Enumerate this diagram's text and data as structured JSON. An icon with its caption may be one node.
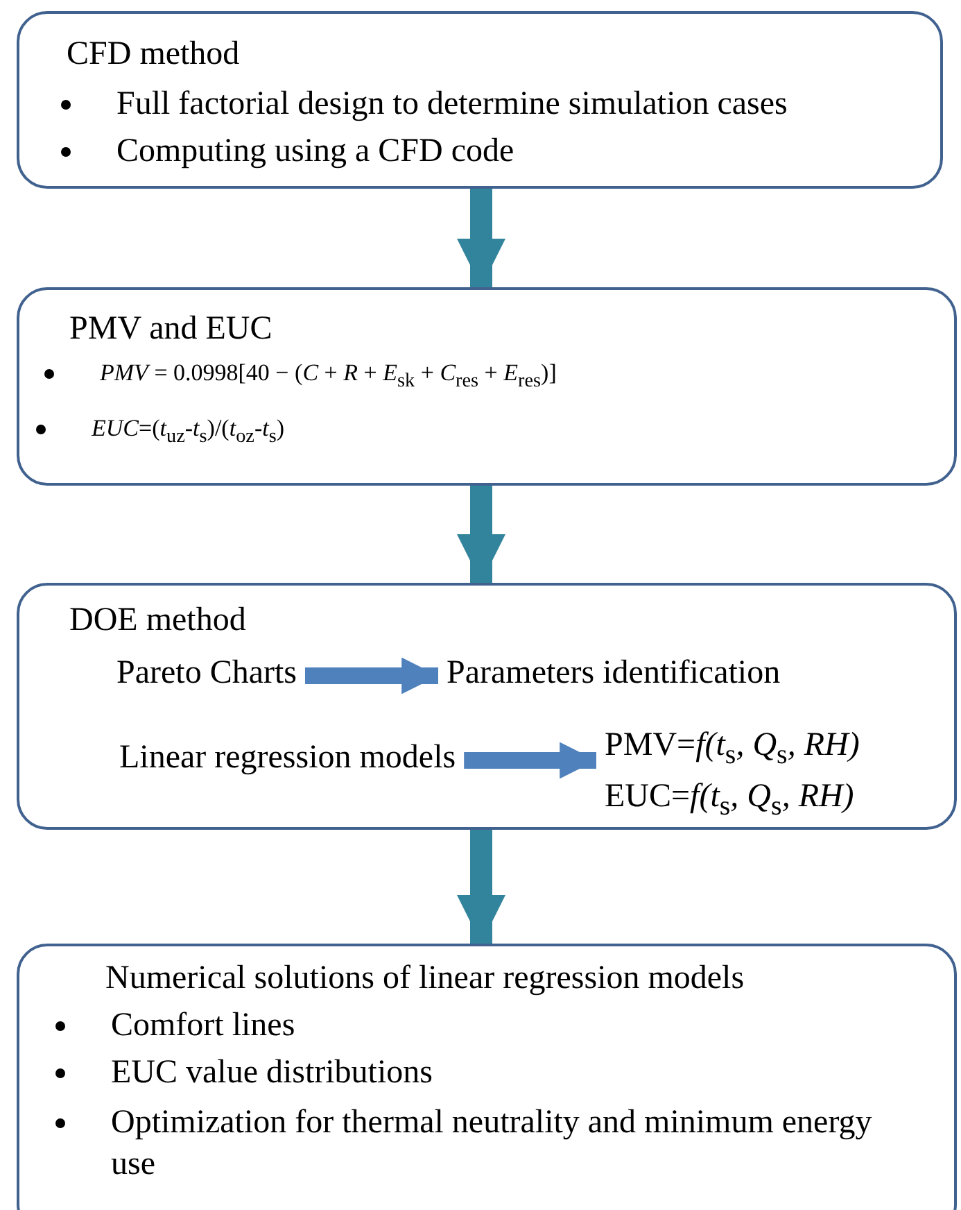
{
  "diagram": {
    "nodes": [
      {
        "text": [
          "CFD method",
          "Full factorial design to determine simulation cases",
          "Computing using a CFD code"
        ]
      },
      {
        "text": [
          "PMV and EUC",
          "*PMV* = 0.0998[40 − (*C* + *R* + *E*$_{sk}$ + *C*$_{res}$ + *E*$_{res}$)]",
          "*EUC*=(*t*$_{uz}$-*t*$_{s}$)/(*t*$_{oz}$-*t*$_{s}$)"
        ]
      },
      {
        "text": [
          "DOE method"
        ]
      },
      {
        "text": [
          "Pareto Charts"
        ],
        "in": 2
      },
      {
        "text": [
          "Parameters identification"
        ],
        "in": 2
      },
      {
        "text": [
          "Linear regression models"
        ],
        "in": 2
      },
      {
        "text": [
          "PMV=*f(t*$_{s}$*, Q*$_{s}$*, RH)*",
          "EUC=*f(t*$_{s}$*, Q*$_{s}$*, RH)*"
        ],
        "in": 2
      },
      {
        "text": [
          "Numerical solutions of linear regression models",
          "Comfort lines",
          "EUC value distributions",
          "Optimization for thermal neutrality and minimum energy use"
        ]
      }
    ],
    "edges": [
      {
        "from": 0,
        "to": 1,
        "arrow": "to"
      },
      {
        "from": 3,
        "to": 4,
        "arrow": "to",
        "color": "#4f81bd"
      },
      {
        "from": 5,
        "to": 6,
        "arrow": "to",
        "color": "#4f81bd"
      },
      {
        "from": 1,
        "to": 2,
        "arrow": "to"
      },
      {
        "from": 2,
        "to": 7,
        "arrow": "to"
      }
    ]
  }
}
